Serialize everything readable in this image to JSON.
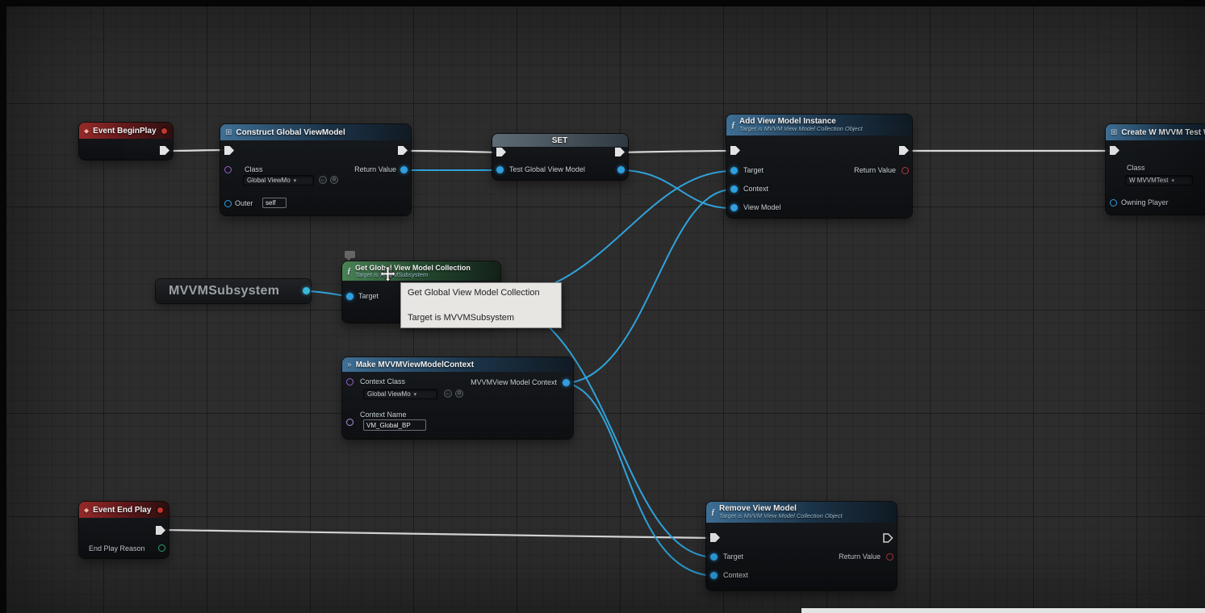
{
  "icons": {
    "event": "◆",
    "function": "ƒ",
    "construct": "⊞",
    "widget": "⊞",
    "make": "»",
    "dropdown_arrow": "▾",
    "use_selected": "←",
    "browse": "⊙"
  },
  "tooltip": {
    "line1": "Get Global View Model Collection",
    "line2": "Target is MVVMSubsystem"
  },
  "nodes": {
    "event_begin_play": {
      "title": "Event BeginPlay"
    },
    "construct": {
      "title": "Construct Global ViewModel",
      "class_label": "Class",
      "class_value": "Global ViewMo",
      "return_value_label": "Return Value",
      "outer_label": "Outer",
      "outer_value": "self"
    },
    "set": {
      "title": "SET",
      "input_label": "Test Global View Model"
    },
    "add_view_model": {
      "title": "Add View Model Instance",
      "subtitle": "Target is MVVM View Model Collection Object",
      "target_label": "Target",
      "context_label": "Context",
      "view_model_label": "View Model",
      "return_value_label": "Return Value"
    },
    "create_widget": {
      "title": "Create W MVVM Test W",
      "class_label": "Class",
      "class_value": "W MVVMTest",
      "owning_player_label": "Owning Player"
    },
    "mvvm_subsystem": {
      "title": "MVVMSubsystem"
    },
    "get_global": {
      "title": "Get Global View Model Collection",
      "subtitle": "Target is MVVMSubsystem",
      "target_label": "Target"
    },
    "make_context": {
      "title": "Make MVVMViewModelContext",
      "context_class_label": "Context Class",
      "class_value": "Global ViewMo",
      "output_label": "MVVMView Model Context",
      "context_name_label": "Context Name",
      "context_name_value": "VM_Global_BP"
    },
    "event_end_play": {
      "title": "Event End Play",
      "end_play_reason_label": "End Play Reason"
    },
    "remove_view_model": {
      "title": "Remove View Model",
      "subtitle": "Target is MVVM View Model Collection Object",
      "target_label": "Target",
      "context_label": "Context",
      "return_value_label": "Return Value"
    }
  },
  "colors": {
    "canvas_bg": "#2e2d2d",
    "exec_wire": "#d9d9d9",
    "data_wire": "#2fa9e4",
    "object_pin": "#2f9fe0",
    "bool_pin": "#b03a3a",
    "class_pin": "#9b5fd0",
    "name_pin": "#b48cd9",
    "enum_pin": "#2fa86e",
    "event_header": "#a02c2c",
    "function_header": "#40739b",
    "pure_header": "#4a8656",
    "tooltip_bg": "#e7e6e3"
  }
}
